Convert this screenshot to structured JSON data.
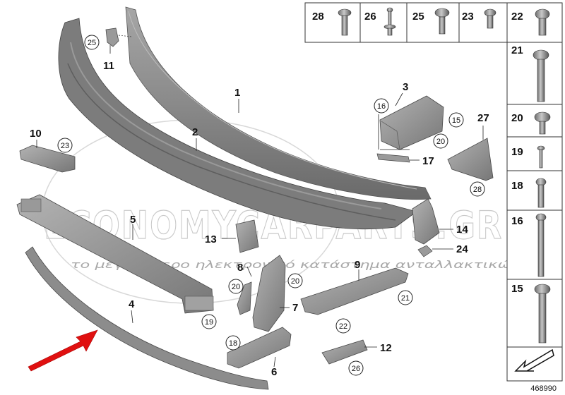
{
  "diagram": {
    "reference_number": "468990",
    "watermark": {
      "main": "ECONOMYCARPARTS.GR",
      "sub": "το μεγαλύτερο ηλεκτρονικό κατάστημα ανταλλακτικών"
    },
    "callouts": [
      {
        "id": "c1",
        "label": "1"
      },
      {
        "id": "c2",
        "label": "2"
      },
      {
        "id": "c3",
        "label": "3"
      },
      {
        "id": "c4",
        "label": "4"
      },
      {
        "id": "c5",
        "label": "5"
      },
      {
        "id": "c6",
        "label": "6"
      },
      {
        "id": "c7",
        "label": "7"
      },
      {
        "id": "c8",
        "label": "8"
      },
      {
        "id": "c9",
        "label": "9"
      },
      {
        "id": "c10",
        "label": "10"
      },
      {
        "id": "c11",
        "label": "11"
      },
      {
        "id": "c12",
        "label": "12"
      },
      {
        "id": "c13",
        "label": "13"
      },
      {
        "id": "c14",
        "label": "14"
      },
      {
        "id": "c17",
        "label": "17"
      },
      {
        "id": "c24",
        "label": "24"
      },
      {
        "id": "c27",
        "label": "27"
      }
    ],
    "circled": [
      {
        "id": "o25",
        "label": "25"
      },
      {
        "id": "o23",
        "label": "23"
      },
      {
        "id": "o16",
        "label": "16"
      },
      {
        "id": "o15",
        "label": "15"
      },
      {
        "id": "o20a",
        "label": "20"
      },
      {
        "id": "o28",
        "label": "28"
      },
      {
        "id": "o21",
        "label": "21"
      },
      {
        "id": "o22",
        "label": "22"
      },
      {
        "id": "o20b",
        "label": "20"
      },
      {
        "id": "o20c",
        "label": "20"
      },
      {
        "id": "o19",
        "label": "19"
      },
      {
        "id": "o18",
        "label": "18"
      },
      {
        "id": "o26",
        "label": "26"
      }
    ],
    "fasteners_top": [
      "28",
      "26",
      "25",
      "23",
      "22"
    ],
    "fasteners_side": [
      "21",
      "20",
      "19",
      "18",
      "16",
      "15"
    ]
  }
}
